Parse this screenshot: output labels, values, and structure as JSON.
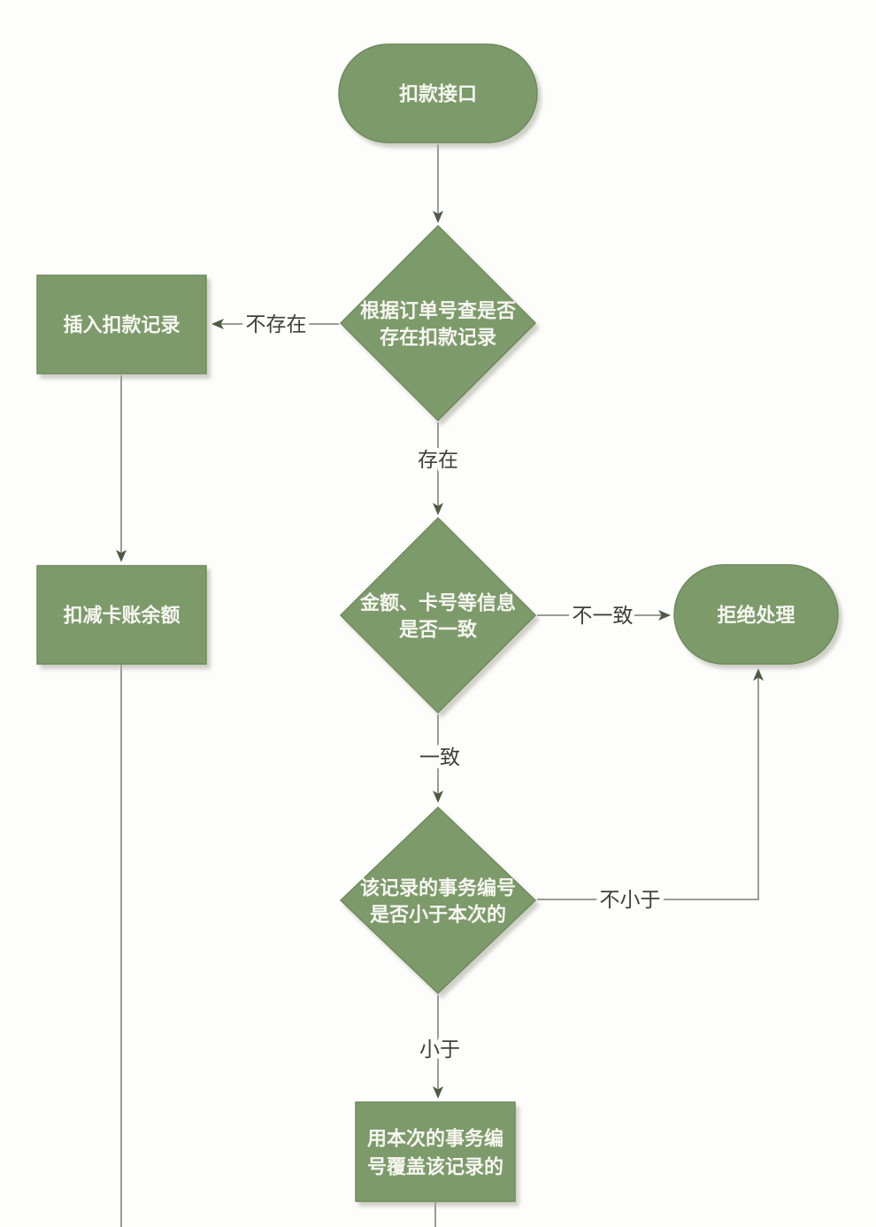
{
  "diagram": {
    "nodes": {
      "start": {
        "type": "terminator",
        "label": "扣款接口"
      },
      "check_record": {
        "type": "decision",
        "line1": "根据订单号查是否",
        "line2": "存在扣款记录"
      },
      "insert_record": {
        "type": "process",
        "label": "插入扣款记录"
      },
      "deduct_balance": {
        "type": "process",
        "label": "扣减卡账余额"
      },
      "check_info": {
        "type": "decision",
        "line1": "金额、卡号等信息",
        "line2": "是否一致"
      },
      "reject": {
        "type": "terminator",
        "label": "拒绝处理"
      },
      "check_txn": {
        "type": "decision",
        "line1": "该记录的事务编号",
        "line2": "是否小于本次的"
      },
      "overwrite": {
        "type": "process",
        "line1": "用本次的事务编",
        "line2": "号覆盖该记录的"
      }
    },
    "edge_labels": {
      "not_exist": "不存在",
      "exist": "存在",
      "mismatch": "不一致",
      "match": "一致",
      "not_less": "不小于",
      "less": "小于"
    },
    "colors": {
      "shape_fill": "#7d9a6b",
      "shape_border": "#6f8a5c",
      "shape_text": "#f6f6f0",
      "connector": "#9c9c94",
      "arrowhead": "#4d5b45",
      "label_text": "#3c423a",
      "background": "#fdfdfc"
    }
  }
}
